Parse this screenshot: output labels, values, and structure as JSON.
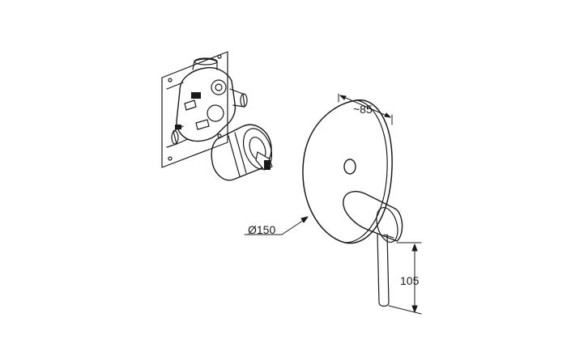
{
  "dimensions": {
    "depth": "~85",
    "diameter": "Ø150",
    "height": "105"
  },
  "colors": {
    "line": "#1a1a1a",
    "background": "#ffffff"
  }
}
